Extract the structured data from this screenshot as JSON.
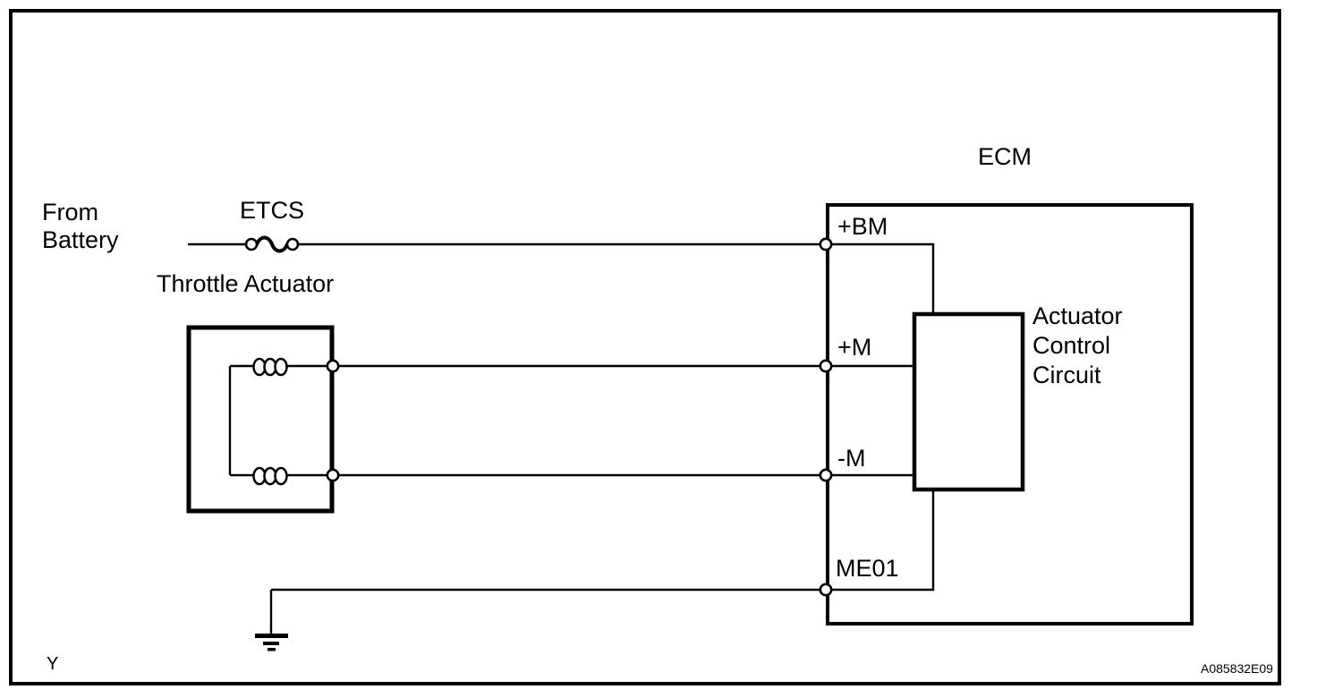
{
  "diagram": {
    "kind": "wiring-diagram",
    "colors": {
      "line": "#000000",
      "background": "#ffffff"
    },
    "source_label": "From Battery",
    "source_lines": {
      "line1": "From",
      "line2": "Battery"
    },
    "fuse": {
      "name": "ETCS"
    },
    "throttle_actuator": {
      "label": "Throttle Actuator"
    },
    "ecm": {
      "label": "ECM",
      "terminals": {
        "t1": "+BM",
        "t2": "+M",
        "t3": "-M",
        "t4": "ME01"
      },
      "inner_block": {
        "line1": "Actuator",
        "line2": "Control",
        "line3": "Circuit"
      }
    },
    "footer": {
      "page_marker": "Y",
      "figure_code": "A085832E09"
    }
  }
}
